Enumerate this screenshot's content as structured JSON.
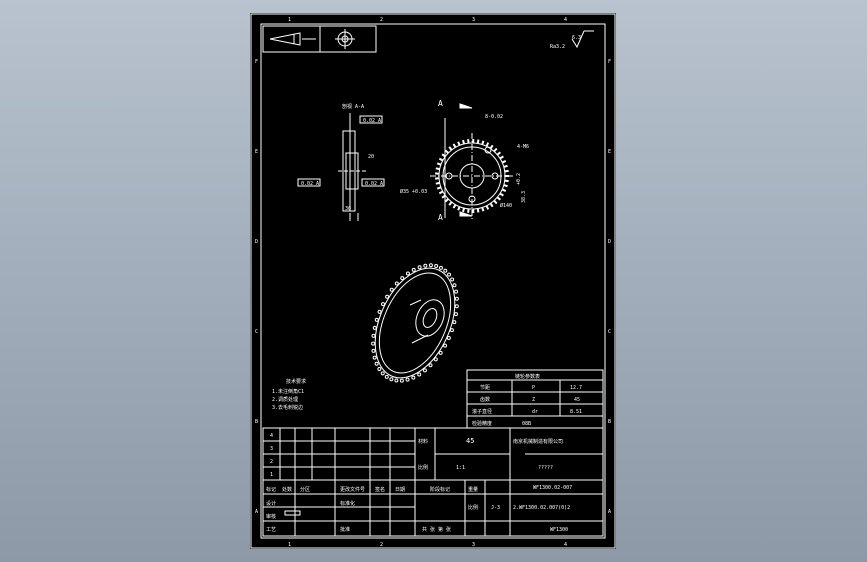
{
  "title_block": {
    "material": "45",
    "scale": "1:1",
    "part_name": "WF1300.02-007",
    "assembly_ref": "2.WF1300.02.007(0)2",
    "drawing_no": "WF1300",
    "unknown": "?????",
    "weight": "J-3"
  },
  "top_right_note": "Ra3.2",
  "corner_mark": "6.3",
  "dims": {
    "chord": "8-0.02",
    "holes": "4-M6",
    "bore": "Ø35 +0.03",
    "outer": "Ø140",
    "height": "38.3",
    "tol": "+0.2",
    "w30": "30",
    "w20": "20",
    "a_label": "A",
    "tol_frame1": "0.02 A",
    "tol_frame2": "0.02 A",
    "tol_frame3": "0.02 A"
  },
  "params_table": {
    "rows": [
      {
        "name": "节距",
        "sym": "P",
        "val": "12.7"
      },
      {
        "name": "齿数",
        "sym": "Z",
        "val": "45"
      },
      {
        "name": "滚子直径",
        "sym": "dr",
        "val": "8.51"
      },
      {
        "name": "检验精度",
        "sym": "",
        "val": "08B"
      }
    ]
  },
  "rev_rows": [
    "4",
    "3",
    "2",
    "1"
  ],
  "border_letters": [
    "A",
    "B",
    "C",
    "D",
    "E",
    "F"
  ],
  "border_numbers": [
    "1",
    "2",
    "3",
    "4"
  ]
}
